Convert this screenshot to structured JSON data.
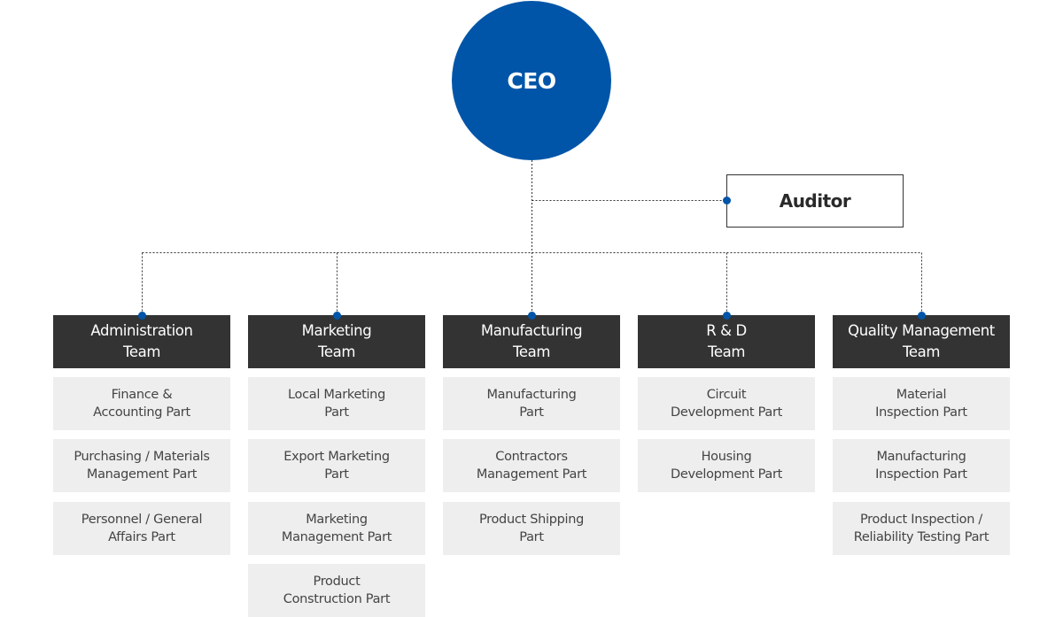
{
  "ceo": {
    "label": "CEO"
  },
  "auditor": {
    "label": "Auditor"
  },
  "colors": {
    "accent_blue": "#0055a8",
    "team_header_bg": "#333333",
    "part_bg": "#eeeeee",
    "connector": "#333333"
  },
  "teams": [
    {
      "name": "Administration\nTeam",
      "parts": [
        "Finance &\nAccounting Part",
        "Purchasing / Materials\nManagement Part",
        "Personnel / General\nAffairs Part"
      ]
    },
    {
      "name": "Marketing\nTeam",
      "parts": [
        "Local Marketing\nPart",
        "Export Marketing\nPart",
        "Marketing\nManagement Part",
        "Product\nConstruction Part"
      ]
    },
    {
      "name": "Manufacturing\nTeam",
      "parts": [
        "Manufacturing\nPart",
        "Contractors\nManagement Part",
        "Product Shipping\nPart"
      ]
    },
    {
      "name": "R & D\nTeam",
      "parts": [
        "Circuit\nDevelopment Part",
        "Housing\nDevelopment Part"
      ]
    },
    {
      "name": "Quality Management\nTeam",
      "parts": [
        "Material\nInspection Part",
        "Manufacturing\nInspection Part",
        "Product Inspection /\nReliability Testing Part"
      ]
    }
  ]
}
